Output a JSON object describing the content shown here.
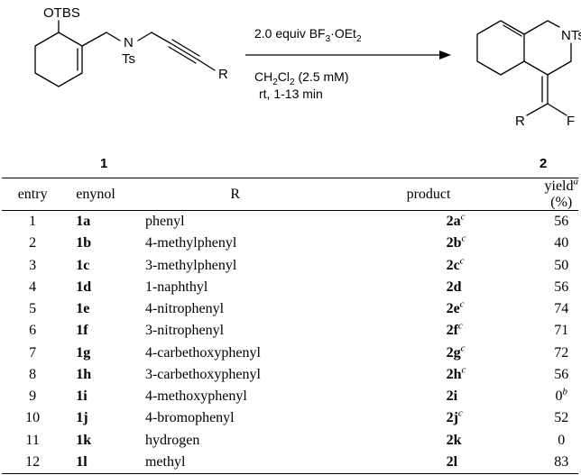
{
  "scheme": {
    "reactant_label": "1",
    "product_label": "2",
    "reactant_groups": {
      "otbs": "OTBS",
      "n": "N",
      "ts": "Ts",
      "r": "R"
    },
    "product_groups": {
      "nts": "NTs",
      "r": "R",
      "f": "F"
    },
    "conditions": {
      "reagent_amount": "2.0 equiv BF",
      "reagent_sub": "3",
      "reagent_rest": "·OEt",
      "reagent_sub2": "2",
      "solvent_prefix": "CH",
      "solvent_sub1": "2",
      "solvent_mid": "Cl",
      "solvent_sub2": "2",
      "solvent_conc": " (2.5 mM)",
      "temp_time": "rt, 1-13 min"
    }
  },
  "table": {
    "headers": {
      "entry": "entry",
      "enynol": "enynol",
      "r": "R",
      "product": "product",
      "yield": "yield",
      "yield_sup": "a",
      "yield_unit": " (%)"
    },
    "rows": [
      {
        "entry": "1",
        "enynol": "1a",
        "r": "phenyl",
        "product": "2a",
        "product_sup": "c",
        "yield": "56",
        "yield_sup": ""
      },
      {
        "entry": "2",
        "enynol": "1b",
        "r": "4-methylphenyl",
        "product": "2b",
        "product_sup": "c",
        "yield": "40",
        "yield_sup": ""
      },
      {
        "entry": "3",
        "enynol": "1c",
        "r": "3-methylphenyl",
        "product": "2c",
        "product_sup": "c",
        "yield": "50",
        "yield_sup": ""
      },
      {
        "entry": "4",
        "enynol": "1d",
        "r": "1-naphthyl",
        "product": "2d",
        "product_sup": "",
        "yield": "56",
        "yield_sup": ""
      },
      {
        "entry": "5",
        "enynol": "1e",
        "r": "4-nitrophenyl",
        "product": "2e",
        "product_sup": "c",
        "yield": "74",
        "yield_sup": ""
      },
      {
        "entry": "6",
        "enynol": "1f",
        "r": "3-nitrophenyl",
        "product": "2f",
        "product_sup": "c",
        "yield": "71",
        "yield_sup": ""
      },
      {
        "entry": "7",
        "enynol": "1g",
        "r": "4-carbethoxyphenyl",
        "product": "2g",
        "product_sup": "c",
        "yield": "72",
        "yield_sup": ""
      },
      {
        "entry": "8",
        "enynol": "1h",
        "r": "3-carbethoxyphenyl",
        "product": "2h",
        "product_sup": "c",
        "yield": "56",
        "yield_sup": ""
      },
      {
        "entry": "9",
        "enynol": "1i",
        "r": "4-methoxyphenyl",
        "product": "2i",
        "product_sup": "",
        "yield": "0",
        "yield_sup": "b"
      },
      {
        "entry": "10",
        "enynol": "1j",
        "r": "4-bromophenyl",
        "product": "2j",
        "product_sup": "c",
        "yield": "52",
        "yield_sup": ""
      },
      {
        "entry": "11",
        "enynol": "1k",
        "r": "hydrogen",
        "product": "2k",
        "product_sup": "",
        "yield": "0",
        "yield_sup": ""
      },
      {
        "entry": "12",
        "enynol": "1l",
        "r": "methyl",
        "product": "2l",
        "product_sup": "",
        "yield": "83",
        "yield_sup": ""
      }
    ]
  }
}
